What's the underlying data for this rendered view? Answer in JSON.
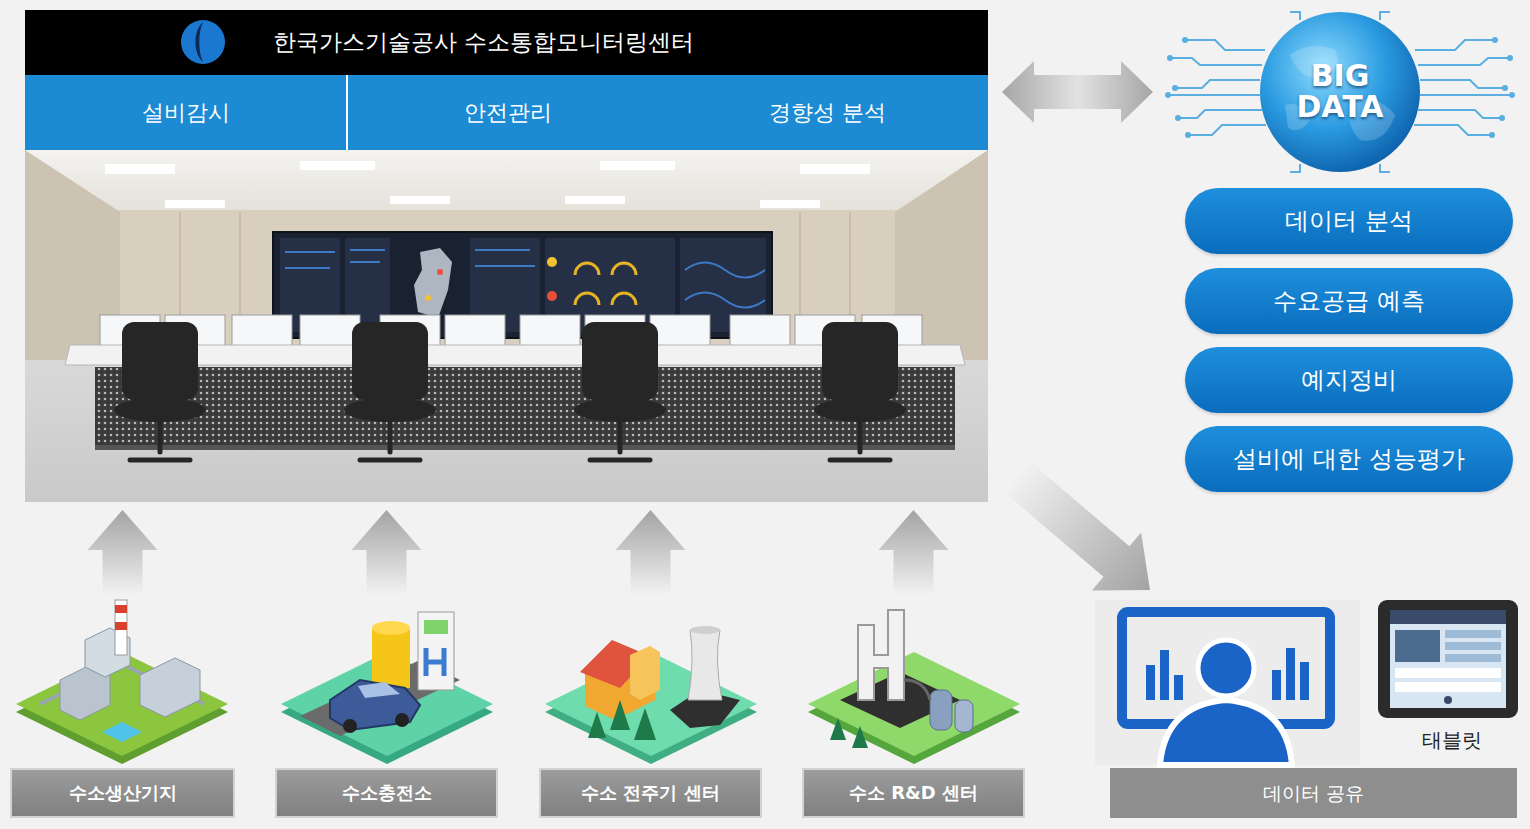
{
  "diagram": {
    "nodes": [
      {
        "text": [
          "한국가스기술공사 수소통합모니터링센터"
        ]
      },
      {
        "text": [
          "설비감시"
        ],
        "in": 0
      },
      {
        "text": [
          "안전관리"
        ],
        "in": 0
      },
      {
        "text": [
          "경향성 분석"
        ],
        "in": 0
      },
      {
        "text": [
          "BIG DATA"
        ]
      },
      {
        "text": [
          "데이터 분석"
        ]
      },
      {
        "text": [
          "수요공급 예측"
        ]
      },
      {
        "text": [
          "예지정비"
        ]
      },
      {
        "text": [
          "설비에 대한 성능평가"
        ]
      },
      {
        "text": [
          "수소생산기지"
        ]
      },
      {
        "text": [
          "수소충전소"
        ]
      },
      {
        "text": [
          "수소 전주기 센터"
        ]
      },
      {
        "text": [
          "수소 R&D 센터"
        ]
      },
      {
        "text": [
          "데이터 공유"
        ]
      }
    ],
    "edges": [
      {
        "from": 0,
        "to": 4,
        "arrow": "both"
      },
      {
        "from": 9,
        "to": 0,
        "arrow": "to"
      },
      {
        "from": 10,
        "to": 0,
        "arrow": "to"
      },
      {
        "from": 11,
        "to": 0,
        "arrow": "to"
      },
      {
        "from": 12,
        "to": 0,
        "arrow": "to"
      },
      {
        "from": 0,
        "to": 13,
        "arrow": "to"
      }
    ],
    "labels": [
      "태블릿"
    ]
  }
}
